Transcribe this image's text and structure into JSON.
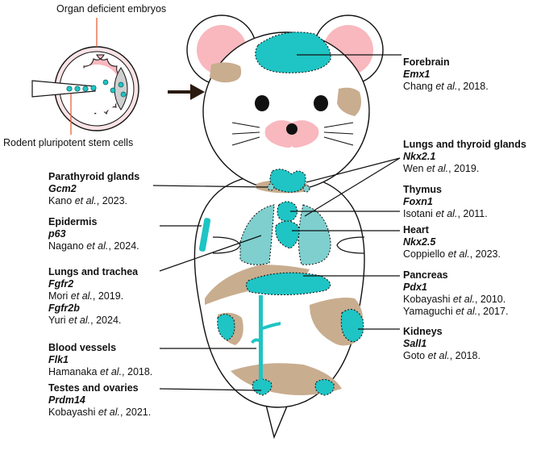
{
  "top_labels": {
    "organ_deficient": "Organ deficient embryos",
    "stem_cells": "Rodent pluripotent stem cells"
  },
  "et_al": "et al.",
  "labels": {
    "forebrain": {
      "title": "Forebrain",
      "gene": "Emx1",
      "refs": [
        {
          "author": "Chang",
          "year": ", 2018."
        }
      ]
    },
    "lungs_thyroid": {
      "title": "Lungs and thyroid glands",
      "gene": "Nkx2.1",
      "refs": [
        {
          "author": "Wen",
          "year": ", 2019."
        }
      ]
    },
    "thymus": {
      "title": "Thymus",
      "gene": "Foxn1",
      "refs": [
        {
          "author": "Isotani",
          "year": ", 2011."
        }
      ]
    },
    "heart": {
      "title": "Heart",
      "gene": "Nkx2.5",
      "refs": [
        {
          "author": "Coppiello",
          "year": ", 2023."
        }
      ]
    },
    "pancreas": {
      "title": "Pancreas",
      "gene": "Pdx1",
      "refs": [
        {
          "author": "Kobayashi",
          "year": ", 2010."
        },
        {
          "author": "Yamaguchi",
          "year": ", 2017."
        }
      ]
    },
    "kidneys": {
      "title": "Kidneys",
      "gene": "Sall1",
      "refs": [
        {
          "author": "Goto",
          "year": ", 2018."
        }
      ]
    },
    "parathyroid": {
      "title": "Parathyroid glands",
      "gene": "Gcm2",
      "refs": [
        {
          "author": "Kano",
          "year": ", 2023."
        }
      ]
    },
    "epidermis": {
      "title": "Epidermis",
      "gene": "p63",
      "refs": [
        {
          "author": "Nagano",
          "year": ", 2024."
        }
      ]
    },
    "lungs_trachea": {
      "title": "Lungs and trachea",
      "gene": "Fgfr2",
      "refs": [
        {
          "author": "Mori",
          "year": ", 2019."
        }
      ],
      "gene2": "Fgfr2b",
      "refs2": [
        {
          "author": "Yuri",
          "year": ", 2024."
        }
      ]
    },
    "blood_vessels": {
      "title": "Blood vessels",
      "gene": "Flk1",
      "refs": [
        {
          "author": "Hamanaka",
          "year": ", 2018."
        }
      ]
    },
    "testes_ovaries": {
      "title": "Testes and ovaries",
      "gene": "Prdm14",
      "refs": [
        {
          "author": "Kobayashi",
          "year": ", 2021."
        }
      ]
    }
  },
  "colors": {
    "organ": "#1fc4c4",
    "organ_light": "#7fcfcf",
    "tan": "#c9ad8f",
    "pink": "#f8b8be",
    "callout_line": "#e8623a",
    "arrow": "#2a1a10"
  }
}
